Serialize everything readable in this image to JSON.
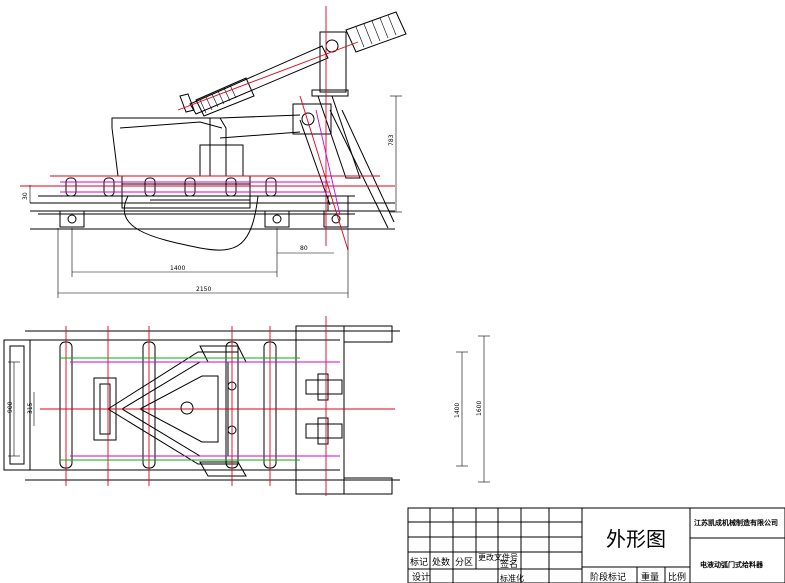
{
  "dimensions": {
    "d1": "783",
    "d2": "30",
    "d3": "1400",
    "d4": "2150",
    "d5": "80",
    "d6": "900",
    "d7": "315",
    "d8": "1400",
    "d9": "1600"
  },
  "title_block": {
    "drawing_title": "外形图",
    "company": "江苏凯成机械制造有限公司",
    "product": "电液动弧门式给料器",
    "cells": {
      "mark": "标记",
      "count": "处数",
      "zone": "分区",
      "change_doc": "更改文件号",
      "sign": "签名",
      "design": "设计",
      "standard": "标准化",
      "stage_mark": "阶段标记",
      "weight": "重量",
      "scale": "比例"
    }
  }
}
